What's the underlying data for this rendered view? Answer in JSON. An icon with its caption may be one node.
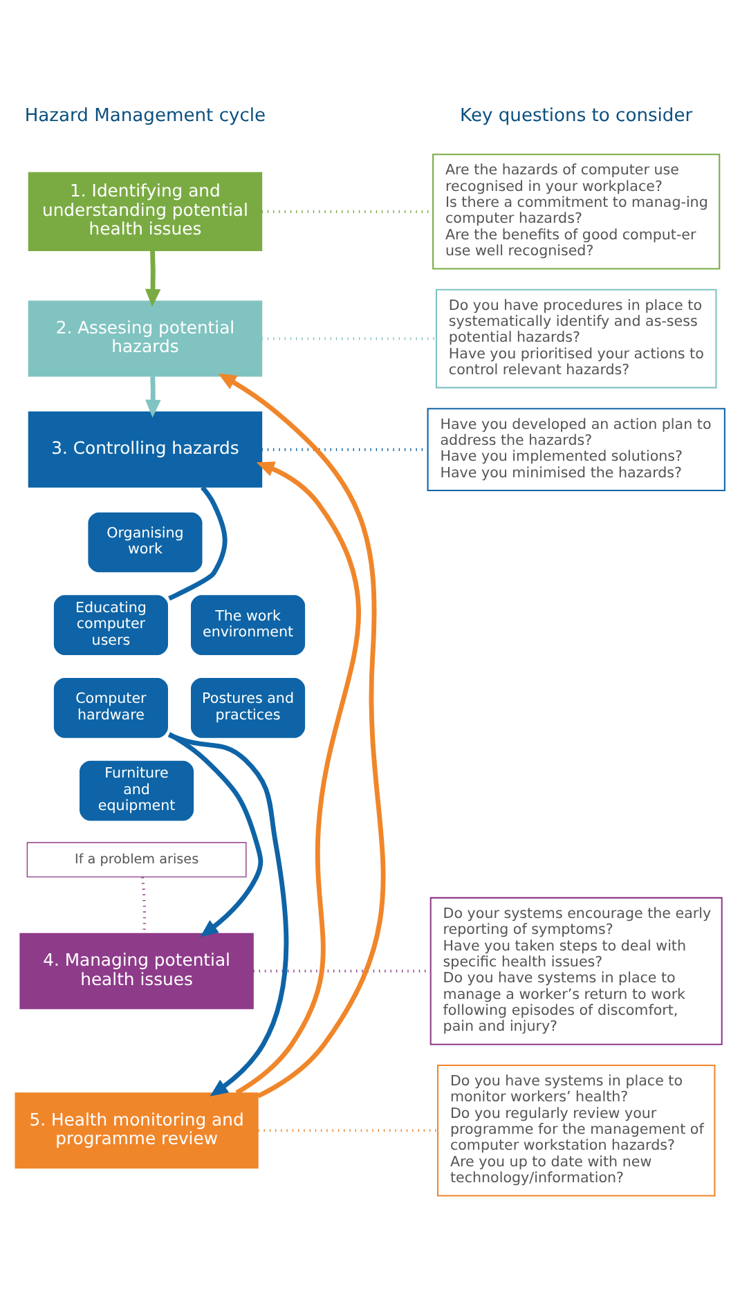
{
  "diagram": {
    "nodes": [
      {
        "text": [
          "1. Identifying and understanding potential health issues"
        ]
      },
      {
        "text": [
          "Are the hazards of computer use recognised in your workplace?",
          "Is there a commitment to manag-ing computer hazards?",
          "Are the benefits of good comput-er use well recognised?"
        ]
      },
      {
        "text": [
          "2. Assesing potential hazards"
        ]
      },
      {
        "text": [
          "Do you have procedures in place to systematically identify and as-sess potential hazards?",
          "Have you prioritised your actions to control relevant hazards?"
        ]
      },
      {
        "text": [
          "3. Controlling hazards"
        ]
      },
      {
        "text": [
          "Have you developed an action plan to address the hazards?",
          "Have you implemented solutions?",
          "Have you minimised the hazards?"
        ]
      },
      {
        "text": [
          "Organising work"
        ]
      },
      {
        "text": [
          "Educating computer users"
        ]
      },
      {
        "text": [
          "The work environment"
        ]
      },
      {
        "text": [
          "Computer hardware"
        ]
      },
      {
        "text": [
          "Postures and practices"
        ]
      },
      {
        "text": [
          "Furniture and equipment"
        ]
      },
      {
        "text": [
          "If a problem arises"
        ]
      },
      {
        "text": [
          "Do your systems encourage the early reporting of symptoms?",
          "Have you taken steps to deal with specific health issues?",
          "Do you have systems in place to manage a worker’s return to work following episodes of discomfort, pain and injury?"
        ]
      },
      {
        "text": [
          "4. Managing potential health issues"
        ]
      },
      {
        "text": [
          "Do you have systems in place to monitor workers’ health?",
          "Do you regularly review your programme for the management of computer workstation hazards?",
          "Are you up to date with new technology/information?"
        ]
      },
      {
        "text": [
          "5. Health monitoring and programme review"
        ]
      }
    ],
    "edges": [
      {
        "from": 0,
        "to": 2,
        "arrow": "to",
        "color": "#7aab43"
      },
      {
        "from": 2,
        "to": 4,
        "arrow": "to",
        "color": "#80c3c1"
      },
      {
        "from": 4,
        "to": 7,
        "arrow": "none",
        "color": "#0e64a6"
      },
      {
        "from": 9,
        "to": 14,
        "arrow": "to",
        "color": "#0e64a6"
      },
      {
        "from": 9,
        "to": 16,
        "arrow": "to",
        "color": "#0e64a6"
      },
      {
        "from": 16,
        "to": 2,
        "arrow": "to",
        "color": "#f0862a"
      },
      {
        "from": 16,
        "to": 4,
        "arrow": "to",
        "color": "#f0862a"
      },
      {
        "from": 0,
        "to": 1,
        "arrow": "none",
        "style": "dashed",
        "color": "#7aab43"
      },
      {
        "from": 2,
        "to": 3,
        "arrow": "none",
        "style": "dashed",
        "color": "#80c3c1"
      },
      {
        "from": 4,
        "to": 5,
        "arrow": "none",
        "style": "dashed",
        "color": "#0e64a6"
      },
      {
        "from": 12,
        "to": 14,
        "arrow": "none",
        "style": "dashed",
        "color": "#8e3b8a"
      },
      {
        "from": 14,
        "to": 13,
        "arrow": "none",
        "style": "dashed",
        "color": "#8e3b8a"
      },
      {
        "from": 16,
        "to": 15,
        "arrow": "none",
        "style": "dashed",
        "color": "#f0862a"
      }
    ],
    "labels": [
      "Hazard Management cycle",
      "Key questions to consider"
    ]
  }
}
